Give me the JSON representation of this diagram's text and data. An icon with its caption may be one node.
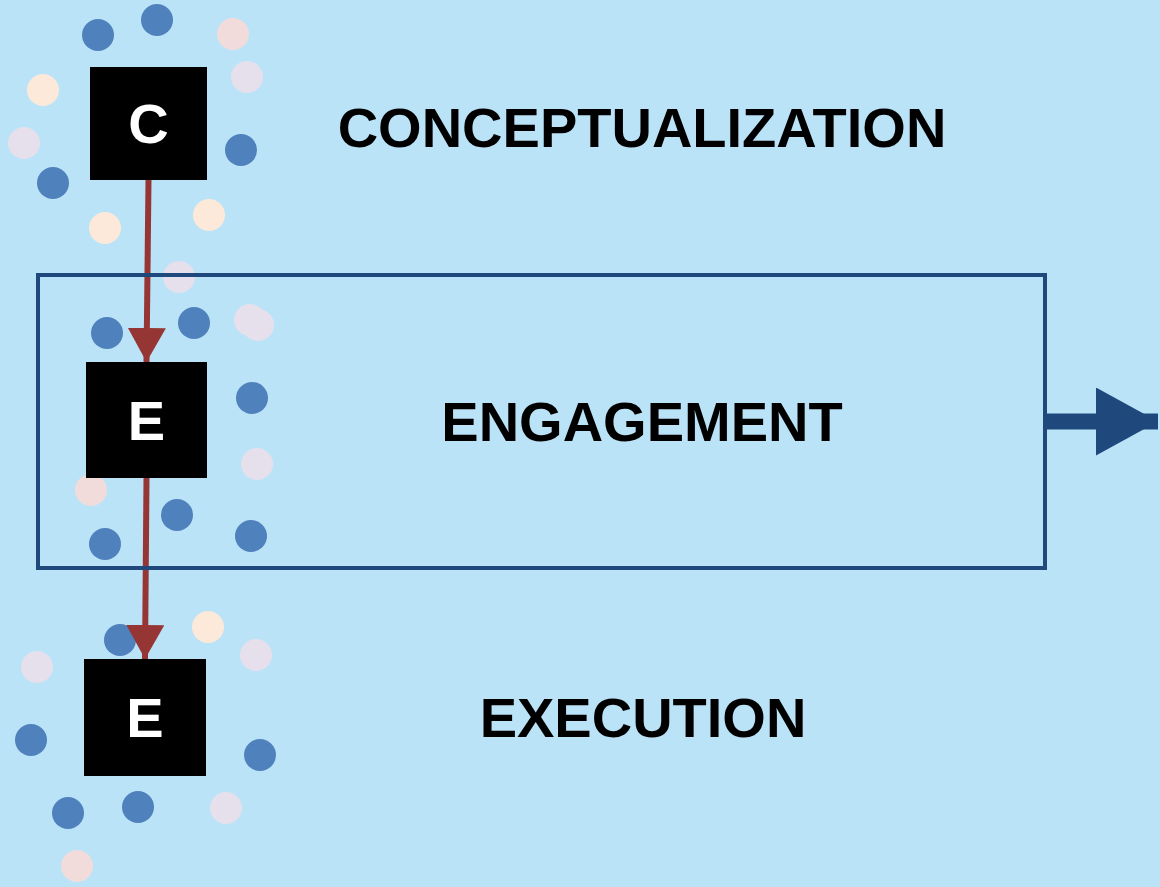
{
  "diagram": {
    "nodes": [
      {
        "text": [
          "C"
        ]
      },
      {
        "text": [
          "ENGAGEMENT"
        ]
      },
      {
        "text": [
          "E"
        ],
        "in": 1
      },
      {
        "text": [
          "E"
        ]
      }
    ],
    "edges": [
      {
        "from": 0,
        "to": 2,
        "arrow": "to",
        "color": "#963634"
      },
      {
        "from": 2,
        "to": 3,
        "arrow": "to",
        "color": "#963634"
      },
      {
        "from": 1,
        "to": null,
        "arrow": "to",
        "style": "thick",
        "color": "#1f497d"
      }
    ],
    "labels": [
      "CONCEPTUALIZATION",
      "EXECUTION"
    ]
  }
}
